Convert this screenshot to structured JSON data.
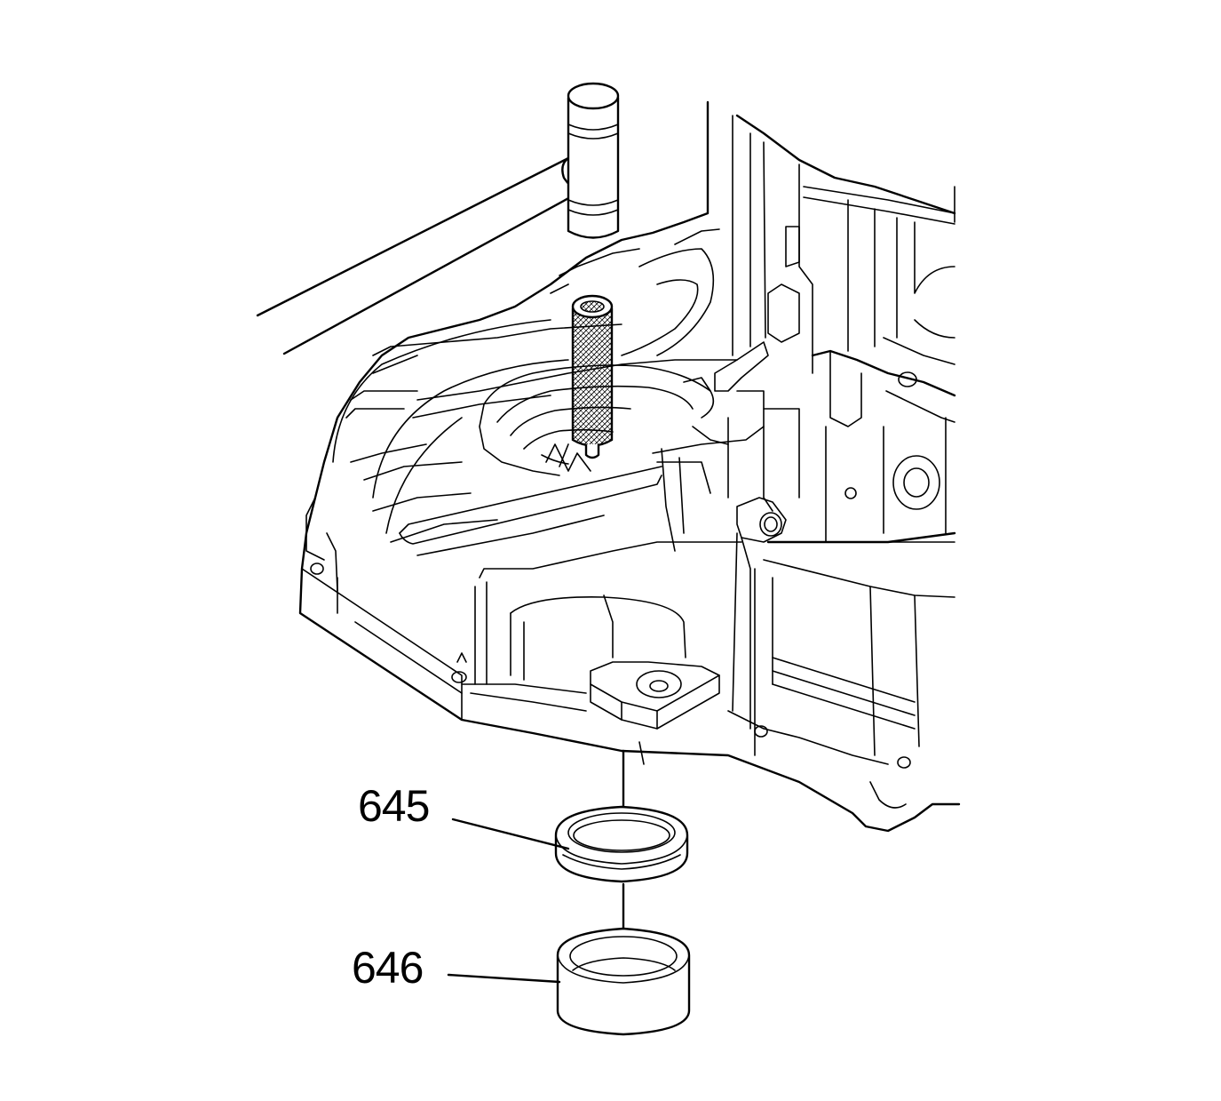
{
  "callouts": [
    {
      "id": "645",
      "label": "645"
    },
    {
      "id": "646",
      "label": "646"
    }
  ],
  "colors": {
    "line": "#000000",
    "background": "#ffffff"
  }
}
